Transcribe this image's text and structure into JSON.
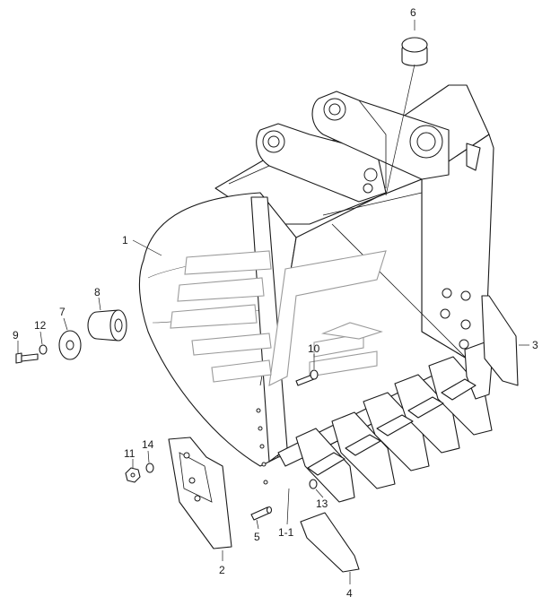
{
  "diagram": {
    "callouts": [
      {
        "id": "c1",
        "text": "1"
      },
      {
        "id": "c11a",
        "text": "1-1"
      },
      {
        "id": "c2",
        "text": "2"
      },
      {
        "id": "c3",
        "text": "3"
      },
      {
        "id": "c4",
        "text": "4"
      },
      {
        "id": "c5",
        "text": "5"
      },
      {
        "id": "c6",
        "text": "6"
      },
      {
        "id": "c7",
        "text": "7"
      },
      {
        "id": "c8",
        "text": "8"
      },
      {
        "id": "c9",
        "text": "9"
      },
      {
        "id": "c10",
        "text": "10"
      },
      {
        "id": "c11",
        "text": "11"
      },
      {
        "id": "c12",
        "text": "12"
      },
      {
        "id": "c13",
        "text": "13"
      },
      {
        "id": "c14",
        "text": "14"
      }
    ]
  }
}
